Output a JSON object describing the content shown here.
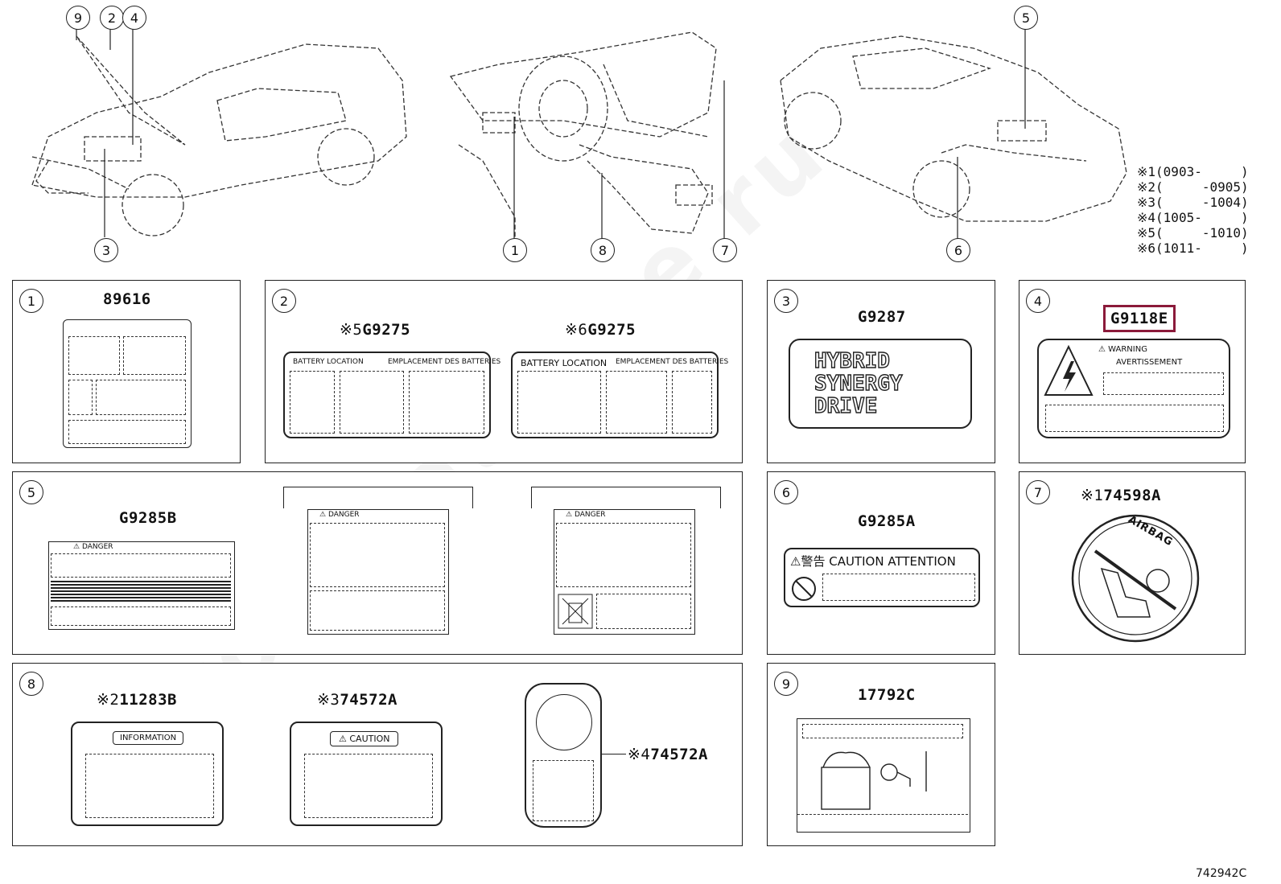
{
  "diagram_id": "742942C",
  "watermark": "ToyotaCatMine.ru",
  "callouts_top": [
    "9",
    "2",
    "4",
    "3",
    "1",
    "8",
    "7",
    "5",
    "6"
  ],
  "notes": [
    "※1(0903-     )",
    "※2(     -0905)",
    "※3(     -1004)",
    "※4(1005-     )",
    "※5(     -1010)",
    "※6(1011-     )"
  ],
  "panels": {
    "p1": {
      "num": "1",
      "part": "89616"
    },
    "p2": {
      "num": "2",
      "part_a_prefix": "※5",
      "part_a": "G9275",
      "part_b_prefix": "※6",
      "part_b": "G9275",
      "battery_location": "BATTERY LOCATION",
      "emplacement": "EMPLACEMENT DES BATTERIES"
    },
    "p3": {
      "num": "3",
      "part": "G9287",
      "line1": "HYBRID",
      "line2": "SYNERGY",
      "line3": "DRIVE"
    },
    "p4": {
      "num": "4",
      "part": "G9118E",
      "warning": "WARNING",
      "avert": "AVERTISSEMENT",
      "highlight_color": "#8b1a3a"
    },
    "p5": {
      "num": "5",
      "part": "G9285B",
      "danger": "DANGER"
    },
    "p6": {
      "num": "6",
      "part": "G9285A",
      "caution_text": "警告 CAUTION ATTENTION"
    },
    "p7": {
      "num": "7",
      "part_prefix": "※1",
      "part": "74598A",
      "airbag": "AIRBAG"
    },
    "p8": {
      "num": "8",
      "a_prefix": "※2",
      "a_part": "11283B",
      "a_info": "INFORMATION",
      "b_prefix": "※3",
      "b_part": "74572A",
      "b_caution": "CAUTION",
      "c_prefix": "※4",
      "c_part": "74572A"
    },
    "p9": {
      "num": "9",
      "part": "17792C"
    }
  }
}
